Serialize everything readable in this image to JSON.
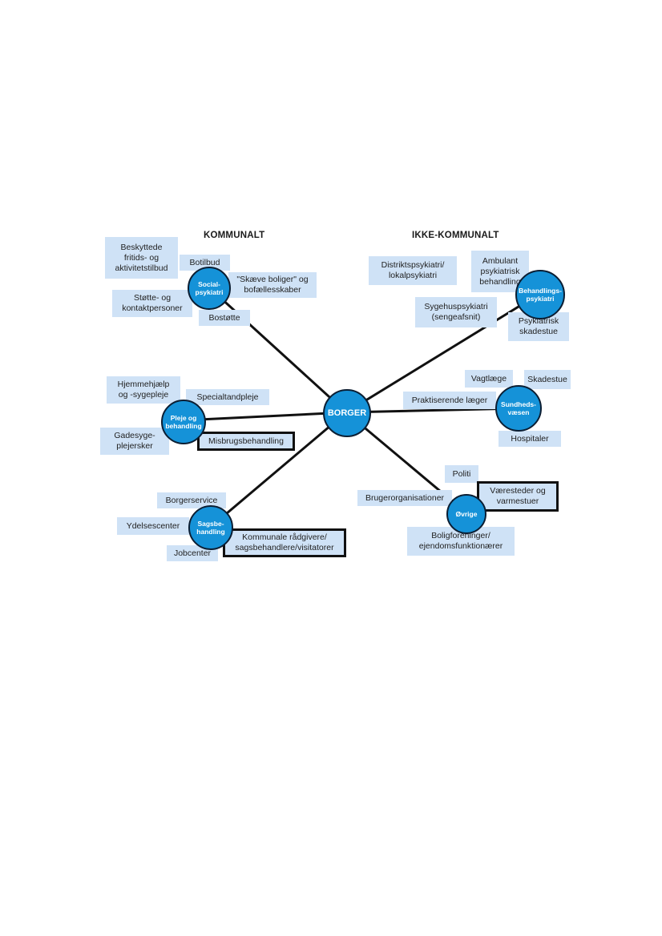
{
  "headings": {
    "left": "KOMMUNALT",
    "right": "IKKE-KOMMUNALT"
  },
  "center": "BORGER",
  "hubs": {
    "social": "Social-\npsykiatri",
    "pleje": "Pleje og\nbehandling",
    "sags": "Sagsbe-\nhandling",
    "behandling": "Behandlings-\npsykiatri",
    "sundhed": "Sundheds-\nvæsen",
    "ovrige": "Øvrige"
  },
  "boxes": {
    "beskyttede": "Beskyttede\nfritids- og\naktivitetstilbud",
    "botilbud": "Botilbud",
    "skaeve": "\"Skæve boliger\" og\nbofællesskaber",
    "stotte": "Støtte- og\nkontaktpersoner",
    "bostotte": "Bostøtte",
    "hjemmehjaelp": "Hjemmehjælp\nog -sygepleje",
    "specialtandpleje": "Specialtandpleje",
    "gadesyge": "Gadesyge-\nplejersker",
    "misbrug": "Misbrugsbehandling",
    "borgerservice": "Borgerservice",
    "ydelsescenter": "Ydelsescenter",
    "jobcenter": "Jobcenter",
    "kommunale": "Kommunale rådgivere/\nsagsbehandlere/visitatorer",
    "distrikt": "Distriktspsykiatri/\nlokalpsykiatri",
    "ambulant": "Ambulant\npsykiatrisk\nbehandling",
    "sygehus": "Sygehuspsykiatri\n(sengeafsnit)",
    "psykskade": "Psykiatrisk\nskadestue",
    "vagtlaege": "Vagtlæge",
    "skadestue": "Skadestue",
    "praktiserende": "Praktiserende læger",
    "hospitaler": "Hospitaler",
    "politi": "Politi",
    "brugerorg": "Brugerorganisationer",
    "vaeresteder": "Væresteder og\nvarmestuer",
    "boligforeninger": "Boligforeninger/\nejendomsfunktionærer"
  }
}
